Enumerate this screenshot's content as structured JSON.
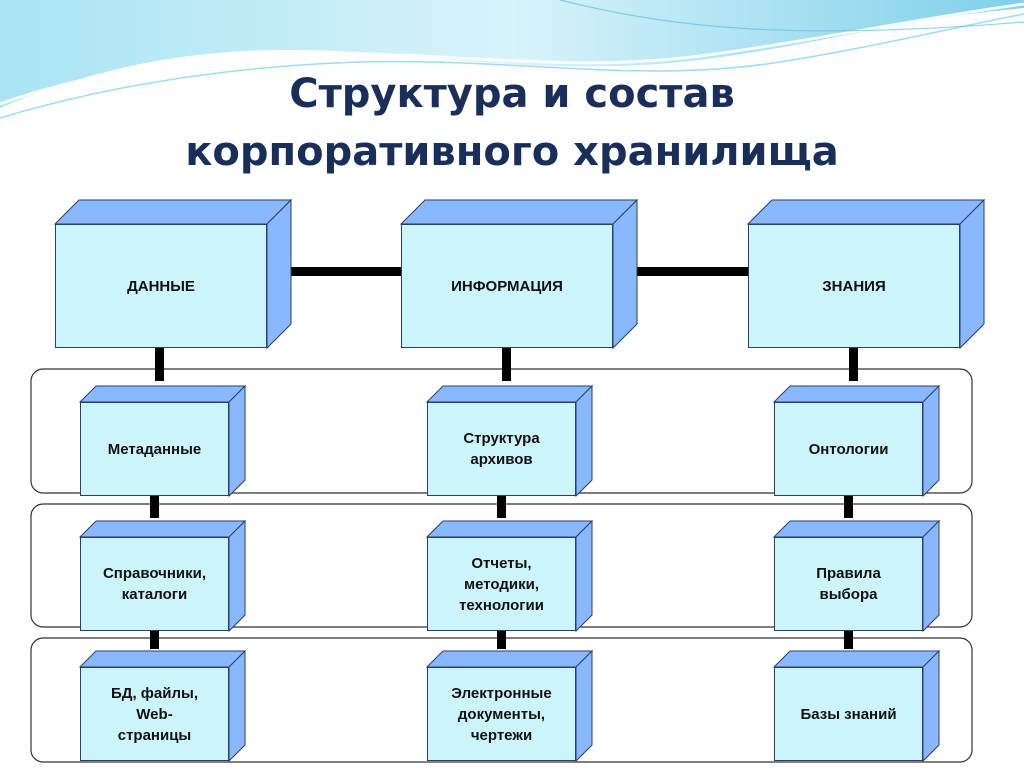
{
  "title": {
    "line1": "Структура и состав",
    "line2": "корпоративного хранилища"
  },
  "colors": {
    "box_front": "#ccf4fb",
    "box_side": "#8ab8ff",
    "box_outline": "#2a3f66",
    "connector": "#000000",
    "title_text": "#1a2e5a",
    "wave": "#8fd8ee"
  },
  "top_boxes": [
    {
      "label": "ДАННЫЕ"
    },
    {
      "label": "ИНФОРМАЦИЯ"
    },
    {
      "label": "ЗНАНИЯ"
    }
  ],
  "rows": [
    {
      "items": [
        {
          "label": "Метаданные"
        },
        {
          "label": "Структура\nархивов"
        },
        {
          "label": "Онтологии"
        }
      ]
    },
    {
      "items": [
        {
          "label": "Справочники,\nкаталоги"
        },
        {
          "label": "Отчеты,\nметодики,\nтехнологии"
        },
        {
          "label": "Правила\nвыбора"
        }
      ]
    },
    {
      "items": [
        {
          "label": "БД, файлы,\nWeb-\nстраницы"
        },
        {
          "label": "Электронные\nдокументы,\nчертежи"
        },
        {
          "label": "Базы знаний"
        }
      ]
    }
  ]
}
